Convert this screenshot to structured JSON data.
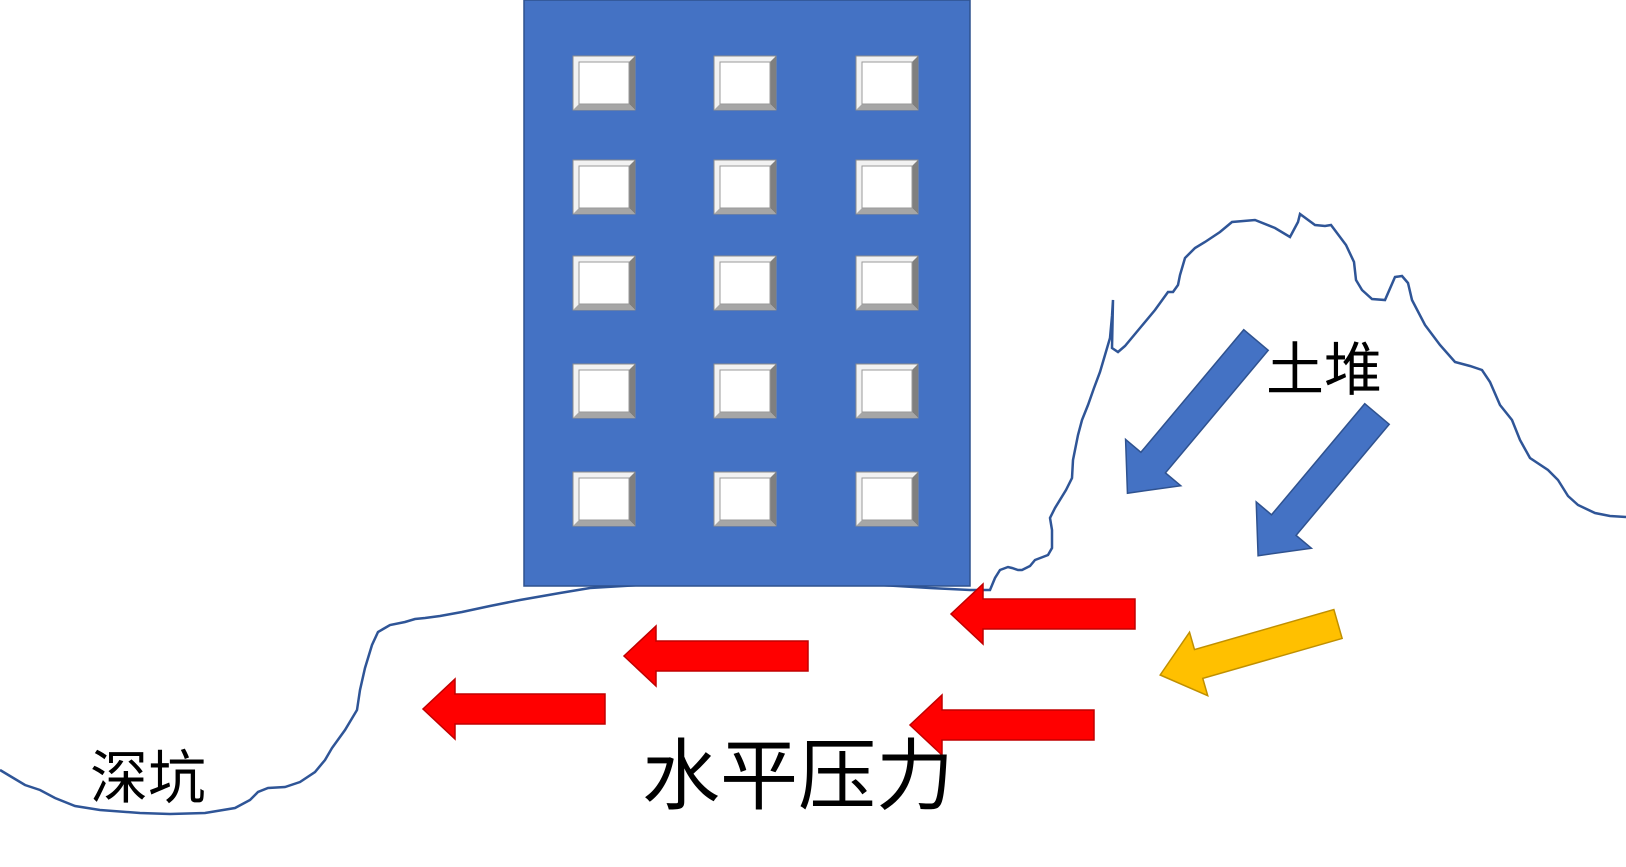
{
  "labels": {
    "soil_pile": "土堆",
    "deep_pit": "深坑",
    "horizontal_pressure": "水平压力"
  },
  "colors": {
    "building": "#4472C4",
    "building_stroke": "#2F528F",
    "ground_line": "#2F5597",
    "pressure_arrow": "#FF0000",
    "soil_arrow": "#4472C4",
    "load_arrow": "#FFC000",
    "window_face": "#FFFFFF",
    "window_bevel_light": "#F2F2F2",
    "window_bevel_dark": "#7F7F7F"
  },
  "building": {
    "window_rows": 5,
    "window_cols": 3
  }
}
